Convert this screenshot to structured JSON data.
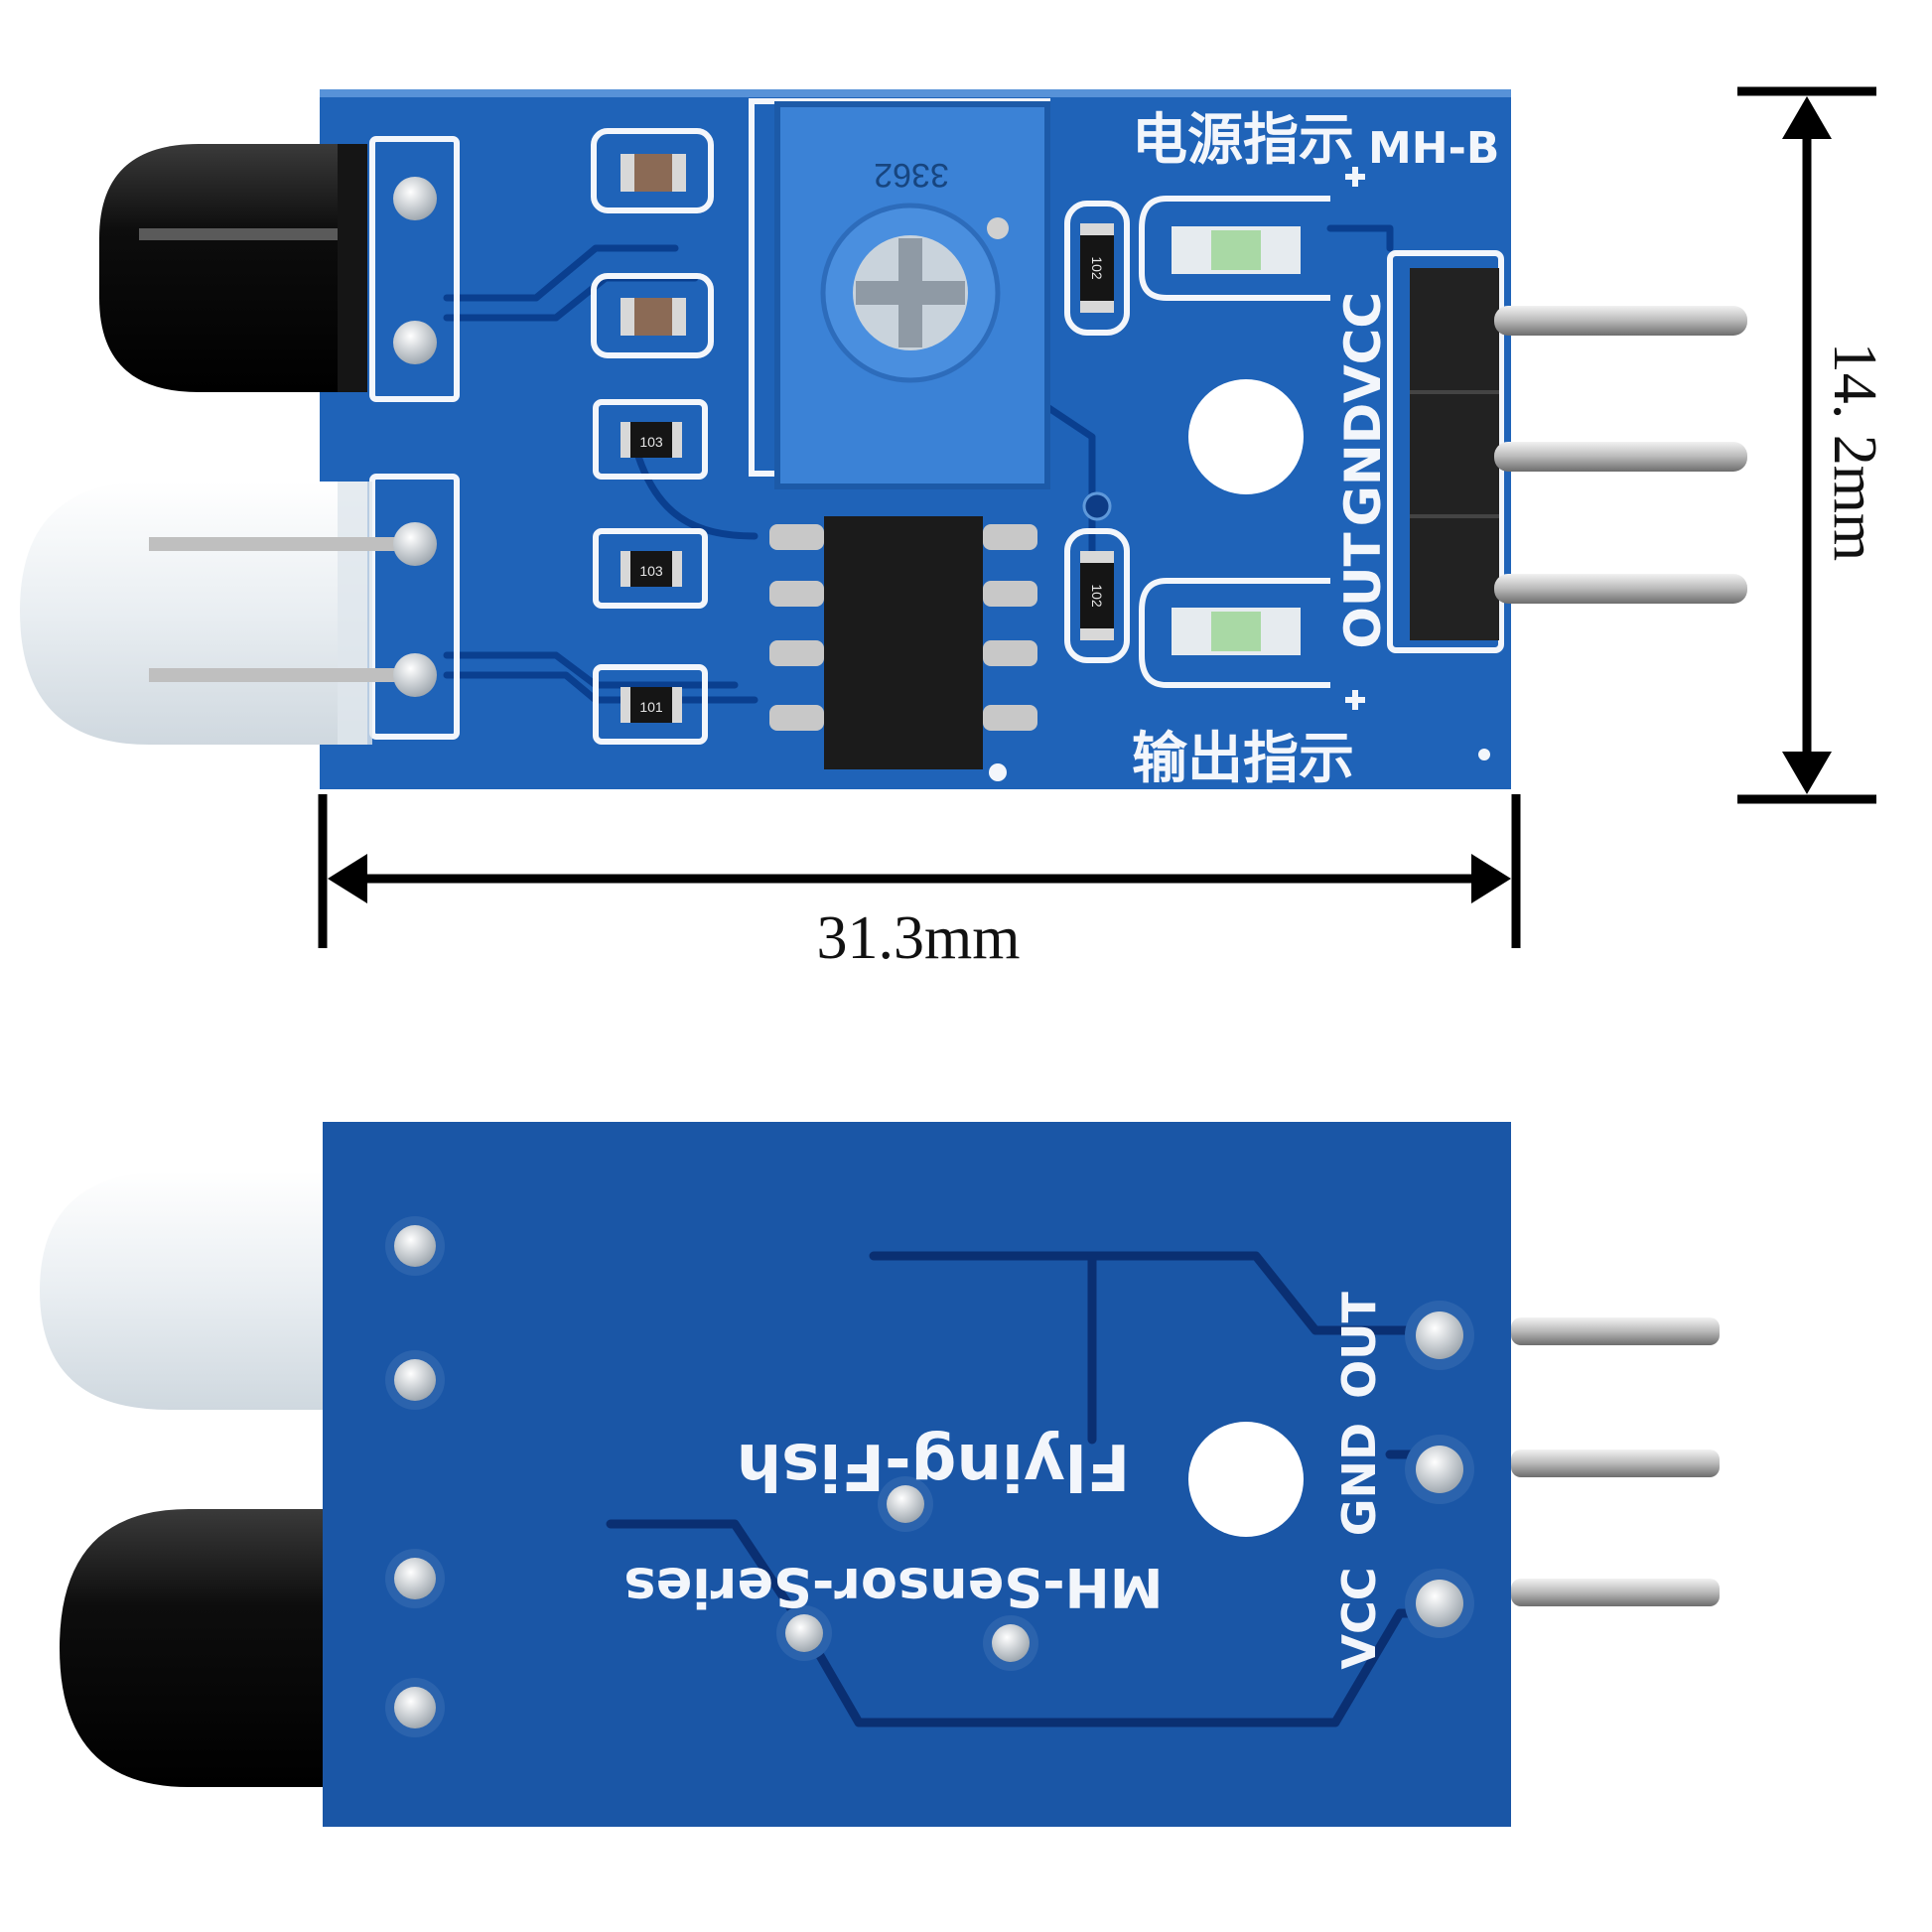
{
  "top_board": {
    "model_label": "MH-B",
    "power_indicator_label": "电源指示",
    "output_indicator_label": "输出指示",
    "pin_labels": [
      "VCC",
      "GND",
      "OUT"
    ],
    "pot_marking": "3362",
    "resistor_markings": [
      "103",
      "103",
      "101",
      "102",
      "102"
    ]
  },
  "bottom_board": {
    "brand_label": "Flying-Fish",
    "series_label": "MH-Sensor-Series",
    "pin_labels": [
      "VCC",
      "GND",
      "OUT"
    ]
  },
  "dimensions": {
    "width_label": "31.3mm",
    "height_label": "14. 2mm"
  },
  "colors": {
    "pcb_blue": "#1f63b8",
    "pcb_blue_dark": "#12428f",
    "silkscreen": "#f3f6fb",
    "background": "#ffffff"
  }
}
